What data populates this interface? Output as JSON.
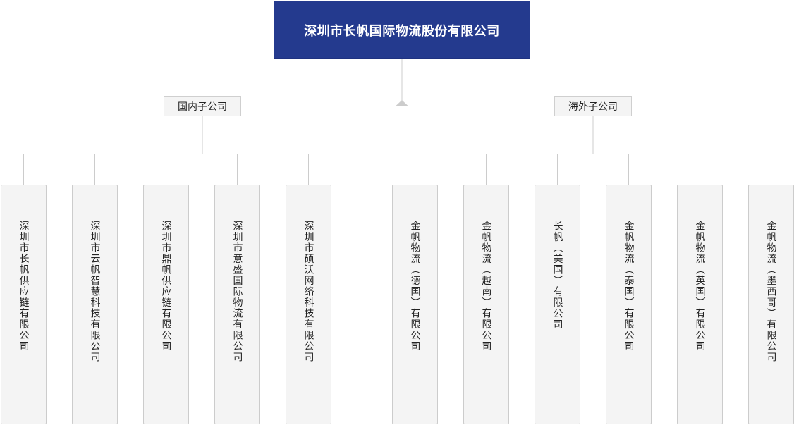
{
  "colors": {
    "root_bg": "#243a8e",
    "root_text": "#ffffff",
    "box_bg": "#f4f4f4",
    "box_border": "#cccccc",
    "line": "#cccccc"
  },
  "root": {
    "label": "深圳市长帆国际物流股份有限公司"
  },
  "groups": {
    "domestic": {
      "label": "国内子公司",
      "children": [
        "深圳市长帆供应链有限公司",
        "深圳市云帆智慧科技有限公司",
        "深圳市鼎帆供应链有限公司",
        "深圳市意盛国际物流有限公司",
        "深圳市硕沃网络科技有限公司"
      ]
    },
    "overseas": {
      "label": "海外子公司",
      "children": [
        "金帆物流（德国）有限公司",
        "金帆物流（越南）有限公司",
        "长帆（美国）有限公司",
        "金帆物流（泰国）有限公司",
        "金帆物流（英国）有限公司",
        "金帆物流（墨西哥）有限公司"
      ]
    }
  }
}
